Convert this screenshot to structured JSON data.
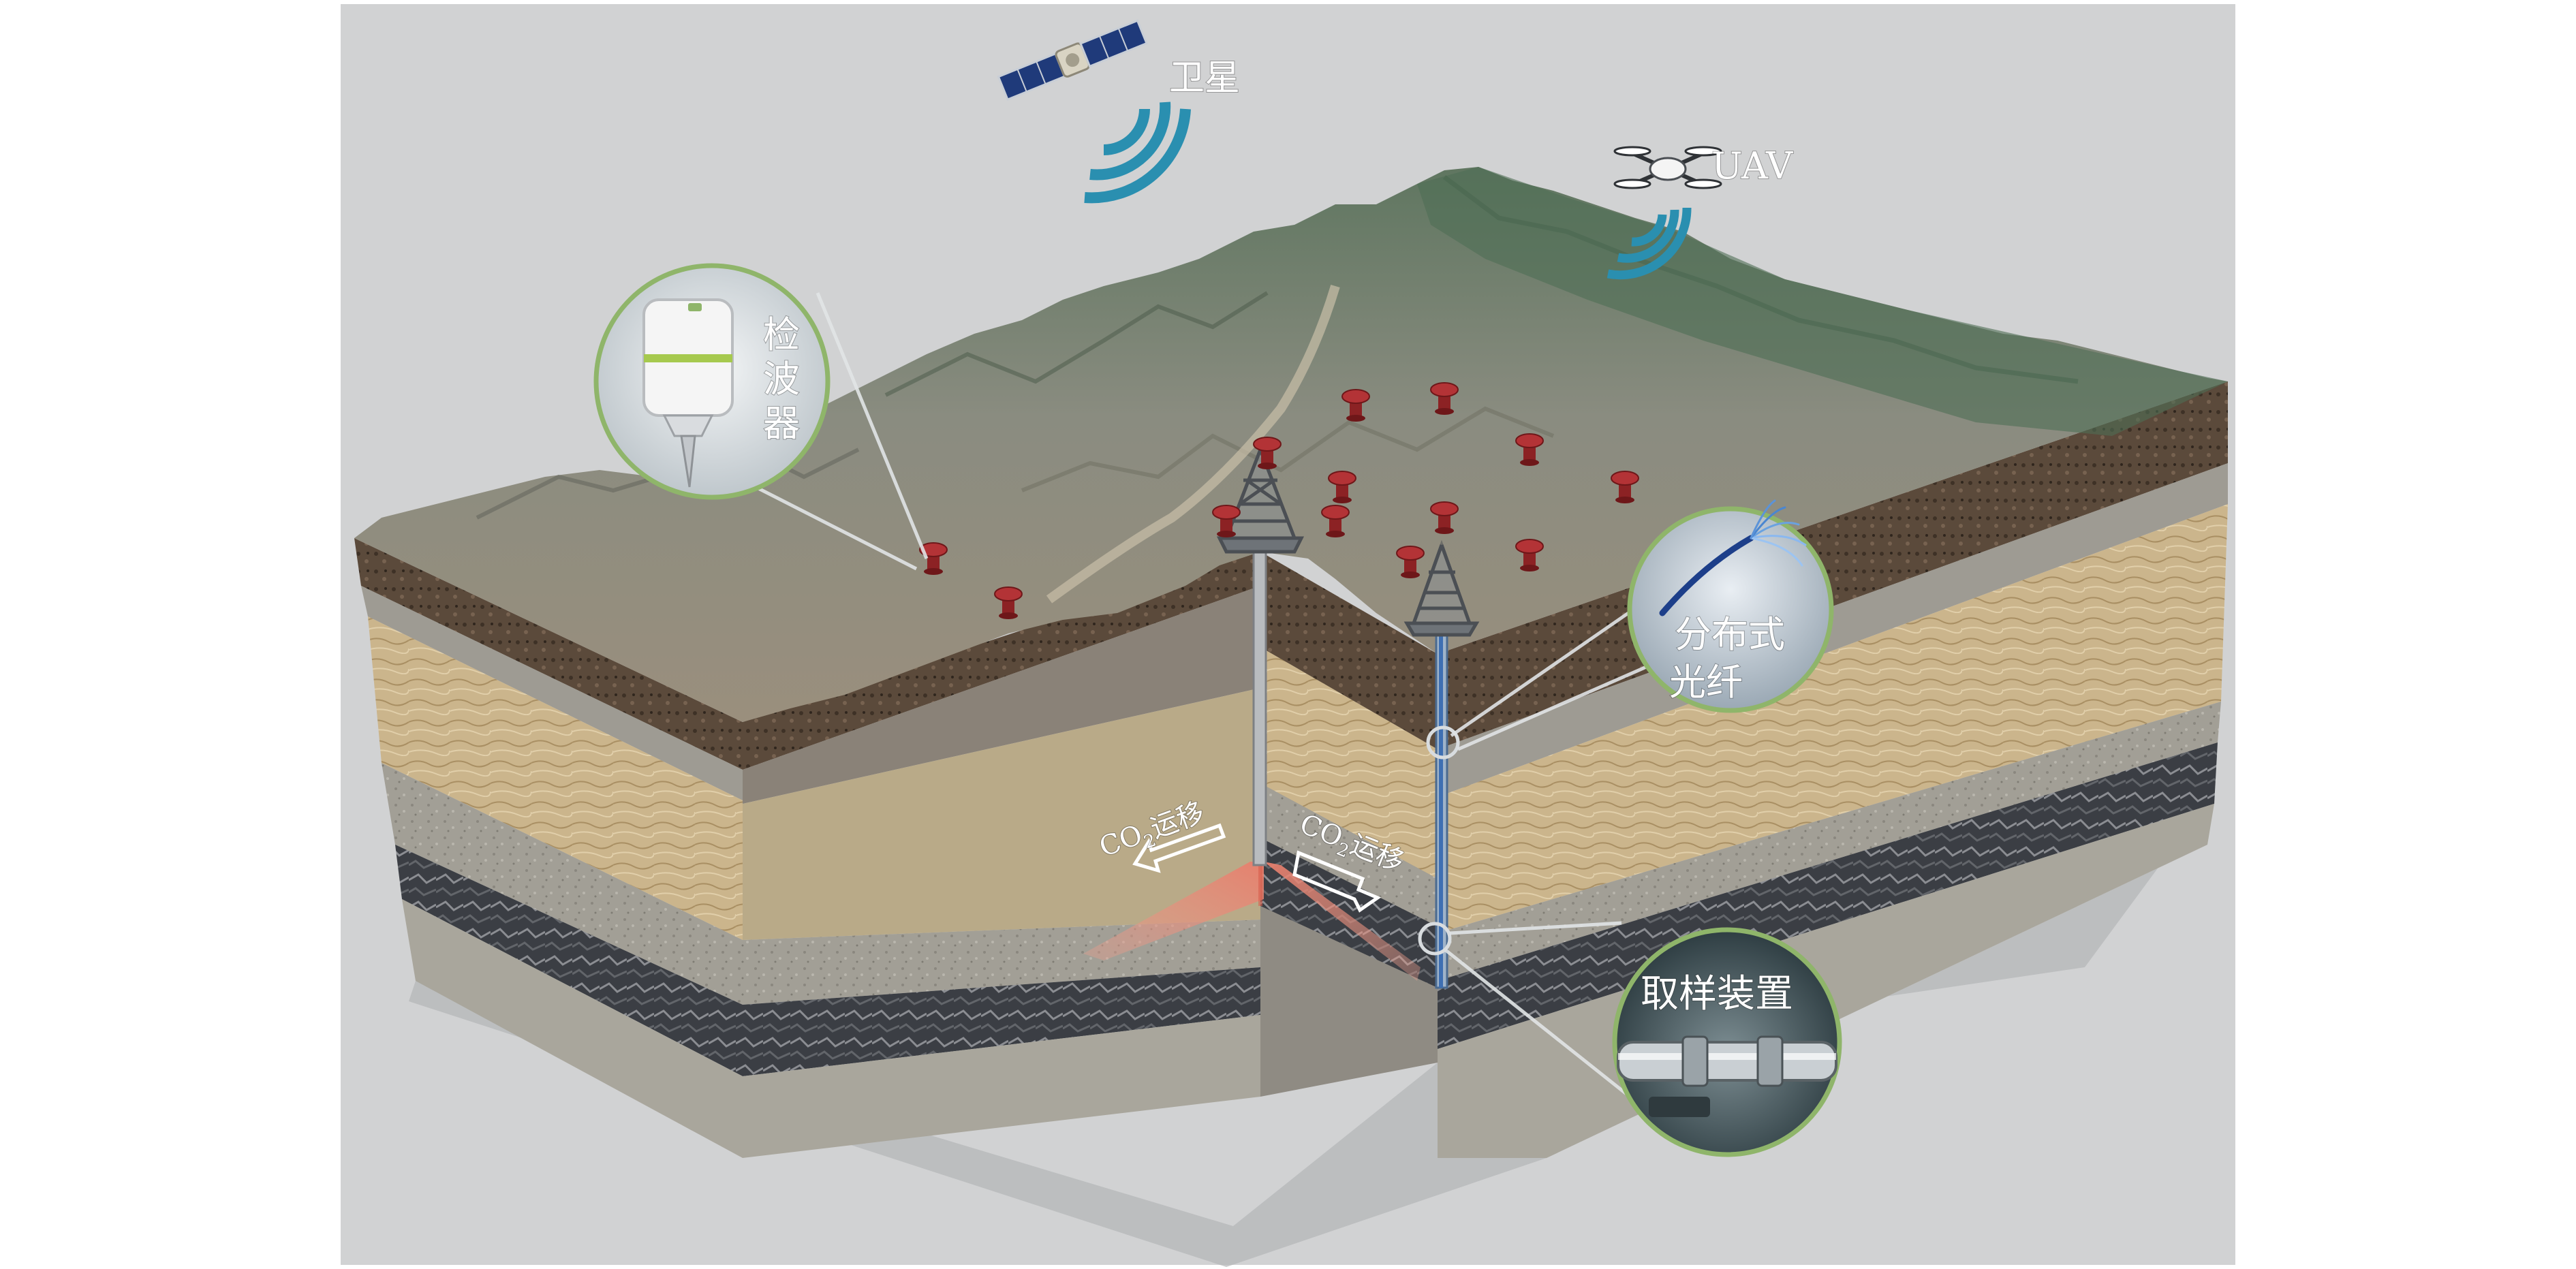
{
  "labels": {
    "satellite": "卫星",
    "uav": "UAV",
    "geophone": [
      "检",
      "波",
      "器"
    ],
    "fiber_line1": "分布式",
    "fiber_line2": "光纤",
    "sampler": "取样装置",
    "co2_left_prefix": "CO",
    "co2_left_sub": "2",
    "co2_left_suffix": "运移",
    "co2_right_prefix": "CO",
    "co2_right_sub": "2",
    "co2_right_suffix": "运移"
  },
  "colors": {
    "background": "#d1d2d3",
    "signal_waves": "#2a8fb0",
    "soil_dark": "#5a4a3a",
    "sandstone": "#cdb88f",
    "grey_layer": "#9d9a92",
    "coal_layer": "#3c3f44",
    "base_layer": "#a7a398",
    "mountain": "#7b8572",
    "plume": "#e58a78",
    "marker": "#a0282a",
    "callout_ring": "#8fb56a"
  },
  "icons": {
    "satellite": "satellite-icon",
    "uav": "drone-icon",
    "geophone": "geophone-icon",
    "fiber": "optical-fiber-icon",
    "sampler": "sampling-device-icon"
  }
}
